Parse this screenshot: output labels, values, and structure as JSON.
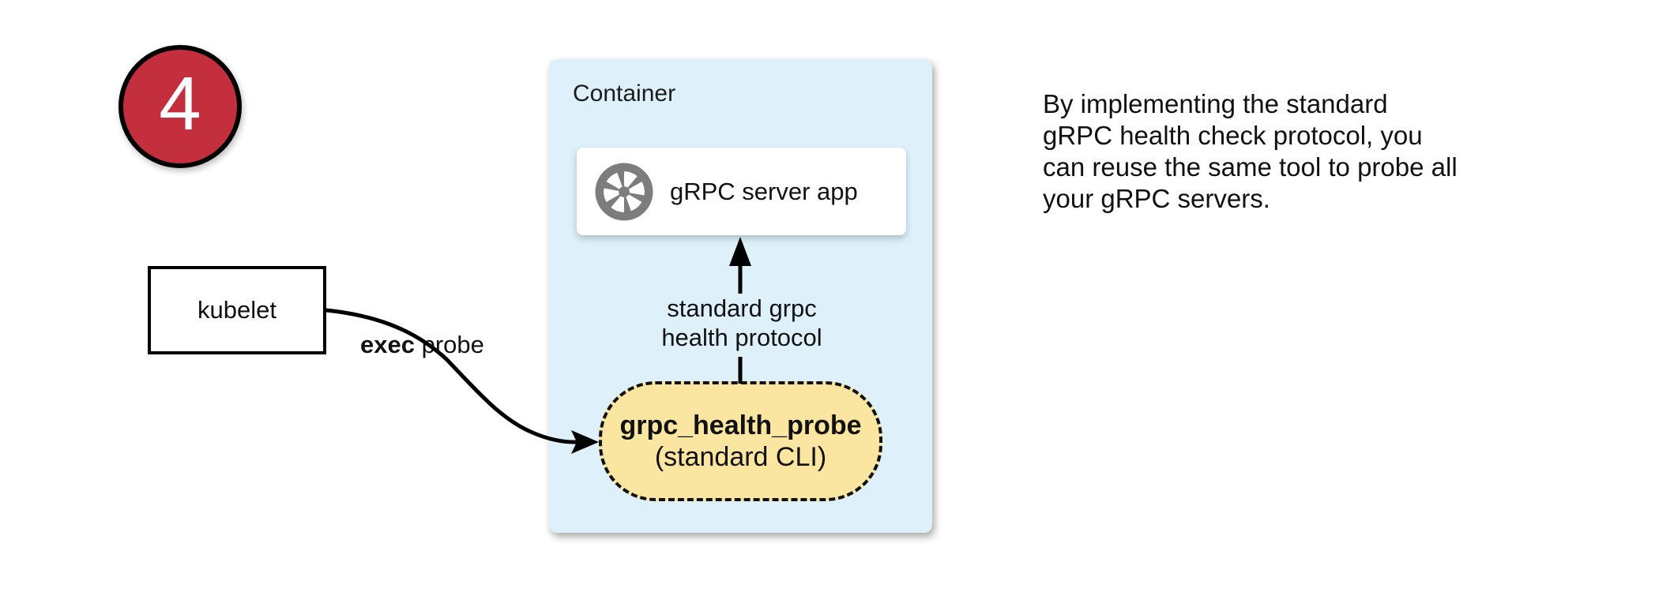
{
  "step_badge": {
    "number": "4"
  },
  "container": {
    "label": "Container"
  },
  "server_box": {
    "label": "gRPC server app",
    "icon": "aperture-icon"
  },
  "protocol_label": {
    "line1": "standard grpc",
    "line2": "health protocol"
  },
  "probe_box": {
    "title": "grpc_health_probe",
    "subtitle": "(standard CLI)"
  },
  "kubelet_box": {
    "label": "kubelet"
  },
  "exec_label": {
    "bold": "exec",
    "rest": " probe"
  },
  "note": {
    "lines": [
      "By implementing the standard",
      "gRPC health check protocol, you",
      "can reuse the same tool to probe all",
      "your gRPC servers."
    ]
  },
  "colors": {
    "badge_red": "#c42f3e",
    "container_blue": "#def1fb",
    "probe_yellow": "#fae6a1",
    "icon_gray": "#7d7d7d",
    "line_black": "#000000"
  }
}
